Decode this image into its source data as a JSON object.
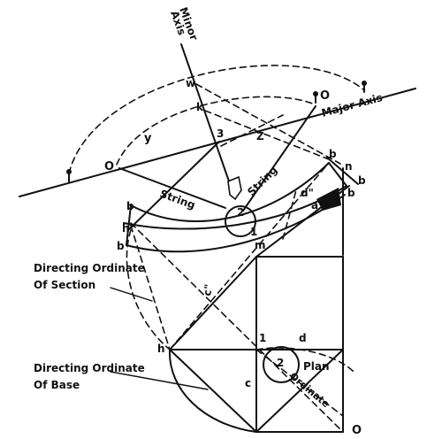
{
  "labels": {
    "minor_axis_line1": "Minor",
    "minor_axis_line2": "Axis",
    "major_axis": "Major Axis",
    "string_left": "String",
    "string_right": "String",
    "plan": "Plan",
    "ordinate": "Ordinate",
    "directing_section_line1": "Directing Ordinate",
    "directing_section_line2": "Of Section",
    "directing_base_line1": "Directing Ordinate",
    "directing_base_line2": "Of Base"
  },
  "points": {
    "w": "w",
    "k": "k",
    "o_top": "O",
    "y": "y",
    "three": "3",
    "z": "Z",
    "o_left": "O",
    "b_right_top": "b",
    "n": "n",
    "b_right": "b",
    "b_right_low": "b",
    "d_double": "d\"",
    "a": "a",
    "two_top": "2",
    "h_double": "h\"",
    "b_left_top": "b",
    "b_left_low": "b",
    "one_top": "1",
    "m": "m",
    "c_double": "c\"",
    "h": "h",
    "one_plan": "1",
    "d_plan": "d",
    "two_plan": "2",
    "c": "c",
    "o_bottom": "O"
  }
}
